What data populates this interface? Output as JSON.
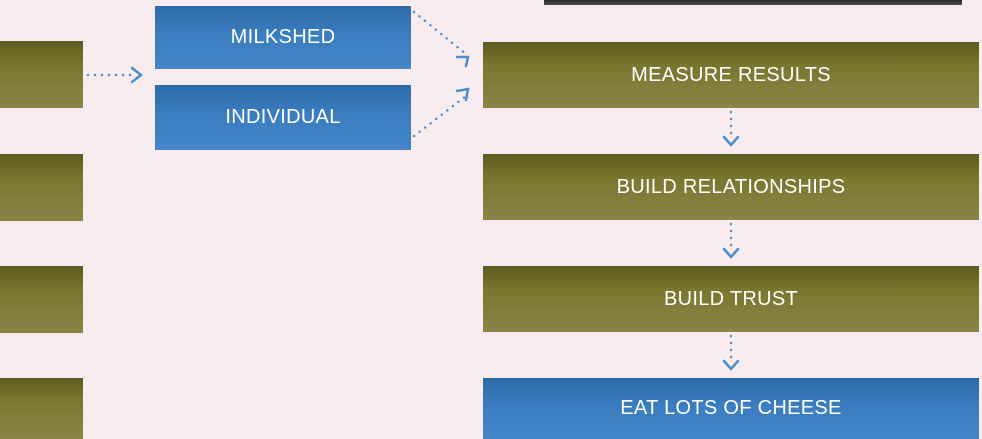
{
  "nodes": {
    "milkshed": "MILKSHED",
    "individual": "INDIVIDUAL",
    "measure_results": "MEASURE RESULTS",
    "build_relationships": "BUILD RELATIONSHIPS",
    "build_trust": "BUILD TRUST",
    "eat_cheese": "EAT LOTS OF CHEESE"
  },
  "colors": {
    "background": "#f8ecef",
    "olive": "#7a762e",
    "blue": "#3a7dc0",
    "arrow": "#4a8fd0"
  }
}
